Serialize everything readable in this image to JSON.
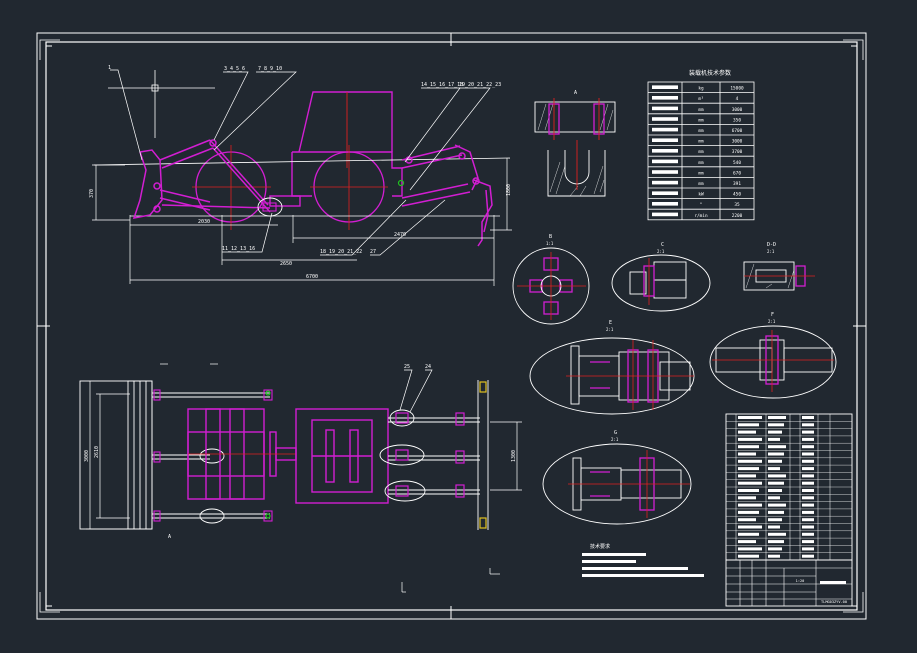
{
  "colors": {
    "background": "#212830",
    "frame": "#ffffff",
    "part": "#d21ed2",
    "center_line": "#e02020",
    "dimension": "#ffffff",
    "hatch": "#ffffff",
    "accent_green": "#20c020",
    "accent_yellow": "#e0c020"
  },
  "side_view": {
    "balloons_left": [
      "1",
      "3_4_5_6",
      "7_8_9_10"
    ],
    "balloons_right": [
      "14_15_16_17_18",
      "19_20_21_22_23"
    ],
    "balloons_bottom": [
      "11_12_13_16",
      "18_19_20_21_22",
      "27"
    ],
    "dims": {
      "left_height": "370",
      "front_length": "2030",
      "mid_length": "2650",
      "rear_length": "2470",
      "total_length": "6700",
      "right_height": "1800"
    }
  },
  "top_view": {
    "dims": {
      "outer_width": "3000",
      "inner_width": "2610",
      "rear_span": "1300"
    },
    "leaders": [
      "25",
      "24"
    ],
    "marker": "A"
  },
  "details": {
    "top_detail_label": "A",
    "detail_b_label": "B",
    "detail_b_scale": "1:1",
    "detail_c_label": "C",
    "detail_c_scale": "2:1",
    "detail_d_label": "D-D",
    "detail_d_scale": "2:1",
    "detail_e_label": "E",
    "detail_e_scale": "2:1",
    "detail_f_label": "F",
    "detail_f_scale": "2:1",
    "detail_g_label": "G",
    "detail_g_scale": "2:1"
  },
  "param_table": {
    "title": "装载机技术参数",
    "rows": [
      {
        "unit": "kg",
        "value": "15000"
      },
      {
        "unit": "m³",
        "value": "4"
      },
      {
        "unit": "mm",
        "value": "3000"
      },
      {
        "unit": "mm",
        "value": "350"
      },
      {
        "unit": "mm",
        "value": "6700"
      },
      {
        "unit": "mm",
        "value": "3000"
      },
      {
        "unit": "mm",
        "value": "3700"
      },
      {
        "unit": "mm",
        "value": "540"
      },
      {
        "unit": "mm",
        "value": "670"
      },
      {
        "unit": "mm",
        "value": "391"
      },
      {
        "unit": "kW",
        "value": "450"
      },
      {
        "unit": "°",
        "value": "35"
      },
      {
        "unit": "r/min",
        "value": "2200"
      }
    ]
  },
  "tech_notes": {
    "title": "技术要求"
  },
  "drawing_number": "TLMG03ZYV-00",
  "scale_mark": "1:20"
}
